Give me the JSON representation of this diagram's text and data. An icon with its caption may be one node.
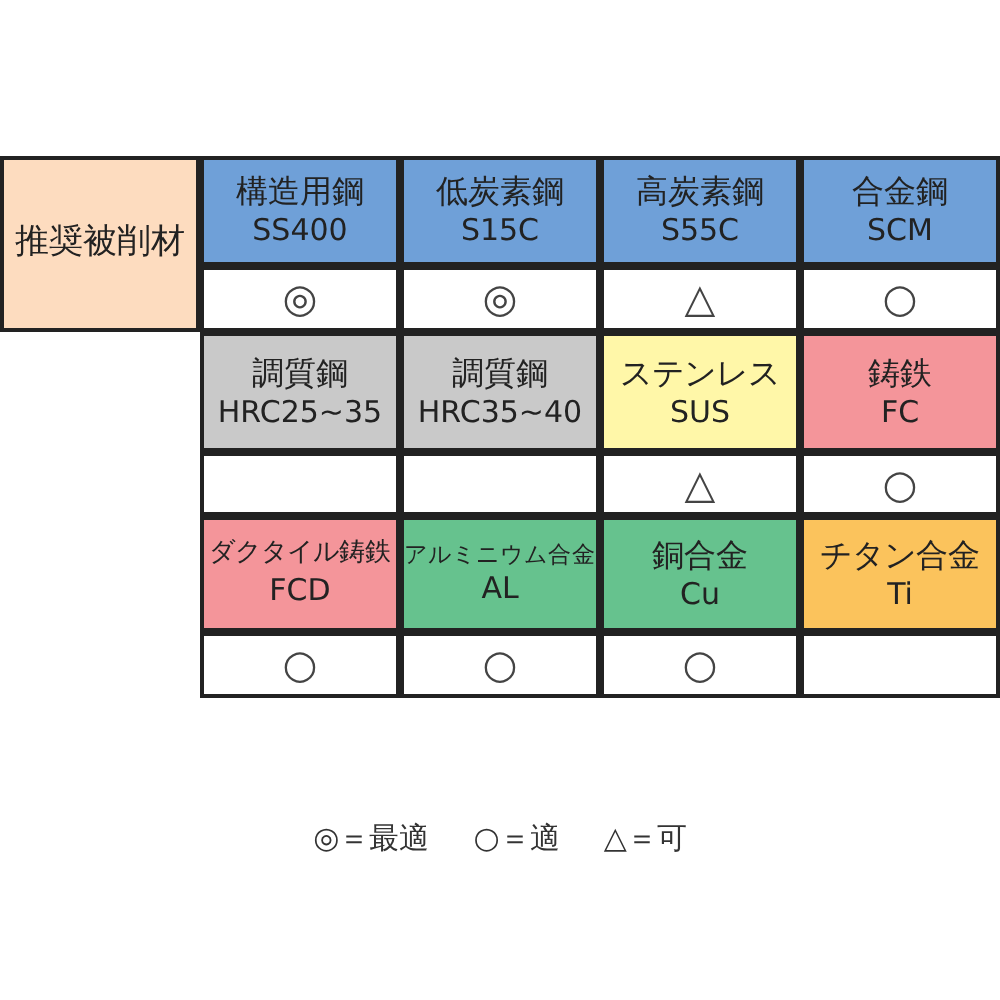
{
  "diagram": {
    "nodes": [
      {
        "text": [
          "推奨被削材"
        ]
      },
      {
        "text": [
          "構造用鋼",
          "SS400"
        ]
      },
      {
        "text": [
          "低炭素鋼",
          "S15C"
        ]
      },
      {
        "text": [
          "高炭素鋼",
          "S55C"
        ]
      },
      {
        "text": [
          "合金鋼",
          "SCM"
        ]
      },
      {
        "text": [
          "◎"
        ]
      },
      {
        "text": [
          "◎"
        ]
      },
      {
        "text": [
          "△"
        ]
      },
      {
        "text": [
          "○"
        ]
      },
      {
        "text": [
          "調質鋼",
          "HRC25~35"
        ]
      },
      {
        "text": [
          "調質鋼",
          "HRC35~40"
        ]
      },
      {
        "text": [
          "ステンレス",
          "SUS"
        ]
      },
      {
        "text": [
          "鋳鉄",
          "FC"
        ]
      },
      {
        "text": [],
        "shape": "box"
      },
      {
        "text": [],
        "shape": "box"
      },
      {
        "text": [
          "△"
        ]
      },
      {
        "text": [
          "○"
        ]
      },
      {
        "text": [
          "ダクタイル鋳鉄",
          "FCD"
        ]
      },
      {
        "text": [
          "アルミニウム合金",
          "AL"
        ]
      },
      {
        "text": [
          "銅合金",
          "Cu"
        ]
      },
      {
        "text": [
          "チタン合金",
          "Ti"
        ]
      },
      {
        "text": [
          "○"
        ]
      },
      {
        "text": [
          "○"
        ]
      },
      {
        "text": [
          "○"
        ]
      },
      {
        "text": [],
        "shape": "box"
      }
    ],
    "labels": [
      "◎＝最適",
      "○＝適",
      "△＝可"
    ]
  }
}
